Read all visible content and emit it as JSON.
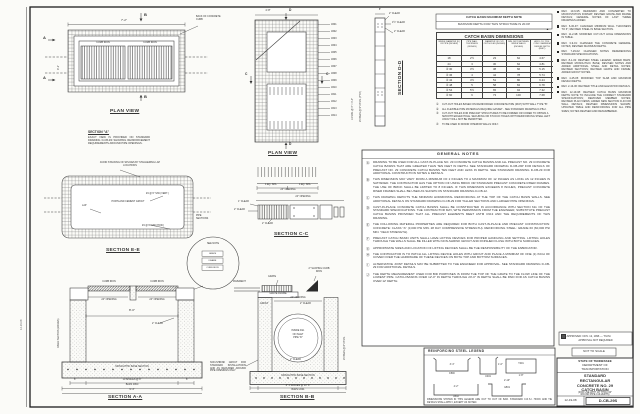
{
  "page": {
    "margin_note": "12-19-08",
    "plan_top": {
      "title": "PLAN VIEW",
      "grate_left": "CURB IRON",
      "grate_right": "CURB IRON",
      "dim_top": "7'-2\"",
      "dim_left": "4'-1\"",
      "marker_b": "B",
      "marker_a": "A",
      "callout": "BACK OF CONCRETE CURB"
    },
    "section_note": {
      "title": "SECTION \"A\"",
      "body": "EXACT VIEW IS PROVIDED ON STANDARD DRAWING D-CB-29I SHOWING REINFORCEMENT REQUIREMENTS AROUND PIPE OPENINGS."
    },
    "section_ee": {
      "title": "SECTION E-E",
      "callout_splices": "AVOID STACKING OF SPLICES BY STAGGERING LAP LOCATIONS",
      "grout": "PORTLAND CEMENT GROUT",
      "lap": "LAP",
      "vert": "#4 @ 9\" S/W (VERT.)",
      "hor": "#4 @ 9\" S/W (HOR.)",
      "pipe_sections": "PIPE SECTIONS"
    },
    "detail_circle": {
      "note": "SEE NOTE",
      "rows": [
        "GRATE",
        "FRAME",
        "CURB IRON"
      ]
    },
    "section_aa": {
      "title": "SECTION A-A",
      "curb_left": "CURB IRON",
      "curb_right": "CURB IRON",
      "opening_left": "24\" OPENING",
      "opening_right": "24\" OPENING",
      "dim_inside": "8'-0\"",
      "clear": "2\" CLEAR",
      "base": "MONOLITHIC BASE SECTION",
      "end_dim": "8\"",
      "spaces": "10 SPACES @ 8\"",
      "bars": "BARS F800",
      "overall": "9'-4\"",
      "riser": "RISER SECTION (VARIES)"
    },
    "section_bb": {
      "title": "SECTION B-B",
      "pavement": "PAVEMENT",
      "grate": "GRATE",
      "grate_frame": "GRATE FRAME",
      "curb_iron": "2\" SLOPING CURB IRON",
      "opening": "24\" OPENING",
      "grout": "GROUT",
      "clear_top": "2\" CLEAR",
      "pipe1": "INSIDE DIA.",
      "pipe2": "OF INLET",
      "pipe3": "PIPE \"D\"",
      "clear_bottom": "2\" CLEAR",
      "base": "MONOLITHIC BASE SECTION",
      "spaces": "8\"  3 SPACES @ 10\"  8\"",
      "bars": "BARS G501",
      "side": "#4 BARS @ 8\" CTRS.",
      "grout_note": "NON-SHRINK GROUT FOR STANDARD INSTALLATIONS AND AS REQUIRED AROUND PIPE OPENINGS ONLY"
    },
    "rebar_plan": {
      "title": "PLAN VIEW",
      "marker_d": "D",
      "marker_c": "C",
      "top_dim": "4'-8\"",
      "side_dim": "13 SPA. @ 4\" = 4'-4\"",
      "bar_marks": [
        "A501",
        "A502",
        "A503",
        "A504",
        "A505",
        "A506",
        "A507",
        "A508",
        "A509",
        "A510",
        "A511",
        "A512",
        "A513",
        "A514"
      ]
    },
    "bars_elev": {
      "spa_left": "4 EQ. SPA.",
      "spa_right": "4 EQ. SPA.",
      "opening": "24\" OPENING"
    },
    "section_cc": {
      "title": "SECTION C-C",
      "opening": "24\" OPENING",
      "clear1": "1\" CLEAR",
      "clear2": "2\" CLEAR",
      "clear3": "2\" CLEAR"
    },
    "section_dd": {
      "title": "SECTION D-D",
      "top_dim": "8\"",
      "clear1": "2\" CLEAR",
      "clear2": "1½\" CLEAR",
      "clear3": "2\" CLEAR",
      "side": "#4 BARS @ 9\" CTRS. (TYP.)"
    },
    "depth_note": {
      "title": "CATCH BASIN MAXIMUM DEPTH NOTE",
      "body": "MAXIMUM DEPTH FOR THIS STRUCTURE IS 20.00'"
    },
    "dims_table": {
      "title": "CATCH BASIN DIMENSIONS",
      "flag": "▲",
      "headers": [
        "INSIDE DIAMETER (D) OF PIPE (INCHES)",
        "PIPE WALL THICKNESS (INCHES)",
        "DIAMETER OF CUT-OUT HOLES (INCHES)",
        "MIN. DIST. BETWEEN INSIDE WALLS (INCHES)",
        "ADD'L CU. YDS. CONC. MAXIMUM DESIGN DEPTH (FEET)"
      ],
      "rows": [
        {
          "c0": "18",
          "c1": "2½",
          "c2": "23",
          "c3": "62",
          "c4": "4.67"
        },
        {
          "c0": "24",
          "c1": "3",
          "c2": "30",
          "c3": "62",
          "c4": "4.81"
        },
        {
          "c0": "③ 30",
          "c1": "3½",
          "c2": "38",
          "c3": "66",
          "c4": "5.15"
        },
        {
          "c0": "③ 36",
          "c1": "4",
          "c2": "44",
          "c3": "78",
          "c4": "5.74"
        },
        {
          "c0": "③ 42",
          "c1": "4½",
          "c2": "51",
          "c3": "80",
          "c4": "6.24"
        },
        {
          "c0": "③ 48",
          "c1": "5",
          "c2": "58",
          "c3": "84",
          "c4": "6.78"
        },
        {
          "c0": "③ 54",
          "c1": "5½",
          "c2": "65",
          "c3": "94",
          "c4": "7.32"
        },
        {
          "c0": "③ 60",
          "c1": "6",
          "c2": "73",
          "c3": "100",
          "c4": "7.68"
        }
      ],
      "notes": [
        {
          "num": "①",
          "text": "CUT-OUT HOLES BASED ON REINFORCED CONCRETE PIPE (RCP) WITH WALL TYPE \"B\"."
        },
        {
          "num": "②",
          "text": "ALL FLEXIBLE PIPE MATERIALS REQUIRE GASKET - SEE STANDARD DRAWING D-PB-2."
        },
        {
          "num": "③",
          "text": "CUT-OUT HOLES FOR PRECAST STRUCTURES TO BE FORMED OR CORED TO OBTAIN A SMOOTH EDGED HOLE. SECURING OR STUCCO HOLES WITH REINFORCING STEEL LEFT UNCUT WILL NOT BE PERMITTED."
        },
        {
          "num": "④",
          "text": "TO BE USED IN MINOR INTERIOR WALLS ONLY."
        }
      ]
    },
    "general_notes": {
      "title": "GENERAL NOTES",
      "items": [
        {
          "key": "Ⓐ",
          "text": "DRAWING TO BE USED FOR ALL CAST-IN-PLACE NO. 29 CONCRETE CATCH BASINS AND ALL PRECAST NO. 29 CONCRETE CATCH BASINS THAT ARE GREATER THAN TEN FEET IN DEPTH. SEE STANDARD DRAWING D-CB-29P FOR DETAILS OF PRECAST NO. 29 CONCRETE CATCH BASINS TEN FEET AND LESS IN DEPTH. SEE STANDARD DRAWING D-CB-29 FOR ADDITIONAL CONSTRUCTION NOTES & DETAILS."
        },
        {
          "key": "Ⓑ",
          "text": "THIS DIMENSION MAY VARY FROM A MINIMUM OF 2 INCHES TO A MAXIMUM OF 12 INCHES AS LONG AS 12 INCHES IS SATISFIED. THE CONTRACTOR HAS THE OPTION OF USING BRICK OR STANDARD PRECAST CONCRETE RISER FRAMES. THE USE OF BRICK SHALL BE LIMITED TO 8 INCHES. IF THIS DIMENSION EXCEEDS 8 INCHES, PRECAST CONCRETE RISER FRAMES SHALL BE USED AS SHOWN ON STANDARD DRAWING D-CB-12."
        },
        {
          "key": "Ⓒ",
          "text": "THIS DRAWING DEPICTS THE MINIMUM HORIZONTAL REINFORCING AT THE TOP OF THE CATCH BASIN WALLS. SEE ADDITIONAL DETAILS ON STANDARD DRAWING D-CB-29 FOR TALLER SECTIONS AND LARGER PIPE OPENINGS."
        },
        {
          "key": "Ⓓ",
          "text": "CAST-IN-PLACE CONCRETE CATCH BASINS SHALL BE CONSTRUCTED IN ACCORDANCE WITH SECTION 611 OF THE STANDARD SPECIFICATIONS. THE CONTRACTOR MAY, WITH PERMISSION FROM THE ENGINEER, SUBSTITUTE PRECAST CATCH BASINS PROVIDED THAT ALL PRECAST ELEMENTS MEET ASTM C913 AND THE REQUIREMENTS OF THIS DRAWING."
        },
        {
          "key": "Ⓔ",
          "text": "THE FOLLOWING MATERIAL PROPERTIES ARE REQUIRED FOR BOTH CAST-IN-PLACE AND PRECAST CONSTRUCTION:  CONCRETE: CLASS \"A\" (3,000 PSI MIN. 28 DAY COMPRESSIVE STRENGTH).  REINFORCING STEEL: GRADE 60 (60,000 PSI MIN. YIELD STRENGTH)."
        },
        {
          "key": "Ⓕ",
          "text": "PRECAST CATCH BASIN UNITS SHALL HAVE LIFTING DEVICES FOR PROPER HANDLING AND SETTING. LIFTING HOLES THROUGH THE WALLS SHALL BE FILLED WITH NON-SHRINK GROUT AND FINISHED FLUSH WITH BOTH SURFACES."
        },
        {
          "key": "Ⓖ",
          "text": "APPROPRIATE SIZES AND LOCATION OF LIFTING DEVICES SHALL BE THE RESPONSIBILITY OF THE FABRICATOR."
        },
        {
          "key": "Ⓗ",
          "text": "THE CONTRACTOR IS TO PATCH ALL LIFTING DEVICE HOLES WITH GROUT AND PLACE A MINIMUM OF ONE (1) INCH OF COVER OVER THE HARDWARE OF THESE DEVICES ON BOTH TOP AND BOTTOM SURFACES."
        },
        {
          "key": "Ⓘ",
          "text": "ALTERNATIVE JOINT DETAILS MAY BE SUBMITTED TO THE ENGINEER FOR APPROVAL. SEE STANDARD DRAWING D-CB-29 FOR ADDITIONAL DETAILS."
        },
        {
          "key": "Ⓙ",
          "text": "THE DEPTH MEASUREMENT USED FOR BID PURPOSES IS FROM THE TOP OF THE GRATE TO THE FLOW LINE OF THE LOWEST PIPE. CATCH BASINS OVER 12'-0\" IN DEPTH THROUGH 20'-0\" IN DEPTH SHALL BE PAID FOR AS CATCH BASINS OVER 12' DEPTH."
        }
      ]
    },
    "revisions": [
      "REV. 10-6-95: REDRAWN AND CONVERTED TO MICROSTATION FORMAT; REVISED GRATE AND FRAME DETAILS; GENERAL NOTES OF LAST THREE DRAWINGS ADDED.",
      "REV. 6-30-97: CHANGED MINIMUM WALL THICKNESS TO 6\"; REVISED STEEL IN BASE SECTION.",
      "REV. 11-2-98: MODIFIED CUT-OUT HOLE DIMENSIONS IN TABLE.",
      "REV. 3-9-01: CHANGED THE CONCRETE GENERAL NOTES; REVISED MAXIMUM DEPTH.",
      "REV. 7-29-02: CHANGED NOTES REFERENCING STANDARD SPECIFICATIONS.",
      "REV. 8-1-03: REVISED STEEL LEGEND; ADDED BARS; REVISED MONOLITHIC BASE; REVISED NOTES AND ADDED ADDITIONAL STEEL AND DETAIL NOTES; REVISED SECTIONS; REVISED GRATE AND FRAME; ADDED GROUT NOTES.",
      "REV. 4-25-05: MODIFIED TOP SLAB AND MAXIMUM DESIGN DEPTH.",
      "REV. 2-13-06: REVISED TITLE AND ELEVATION DETAILS.",
      "REV. 12-19-08: REVISED CATCH BASIN MAXIMUM DEPTH NOTE TO INCLUDE THE CORRECT STANDARD SPECIFICATIONS; REMOVED MEMBER NOTES; REVISED PLAN VIEWS; ADDED NEW SECTION D-D FOR WALL DETAILS; REVISED DIMENSIONS SHOWN; UPDATED TABLE AND REINFORCING FOR ALL PIPE SIZES; NOTES REVISED AND RENUMBERED."
    ],
    "legend": {
      "title": "REINFORCING STEEL LEGEND",
      "bars": [
        {
          "label": "F800",
          "dim": "3'-4\""
        },
        {
          "label": "U401",
          "dim": "1'-0\""
        },
        {
          "label": "T401",
          "dim": "1'-8\""
        },
        {
          "label": "A502",
          "dim": "4'-2\""
        },
        {
          "label": "G501",
          "dim": "2'-10\""
        }
      ],
      "footnote": "DIMENSIONS SHOWN IN THIS LEGEND ARE OUT TO OUT OF BAR. STANDARD C.R.S.I. HOOK AND TIE DETAILS SHALL APPLY, EXCEPT AS NOTED."
    },
    "approval": {
      "line1": "APPROVED: NOV. 12, 1996 — T.M.M.",
      "line2": "APPROVAL NOT REQUIRED",
      "scale": "NOT TO SCALE"
    },
    "title_block": {
      "agency1": "STATE OF TENNESSEE",
      "agency2": "DEPARTMENT OF",
      "agency3": "TRANSPORTATION",
      "t1": "STANDARD",
      "t2": "RECTANGULAR",
      "t3": "CONCRETE NO. 29",
      "t4": "CATCH BASIN",
      "sub1": "(FOR USE WITH 18\" THRU 60\"",
      "sub2": "ROUND PIPE CULVERTS)",
      "date": "12-19-08",
      "number": "D-CB-29S"
    }
  }
}
